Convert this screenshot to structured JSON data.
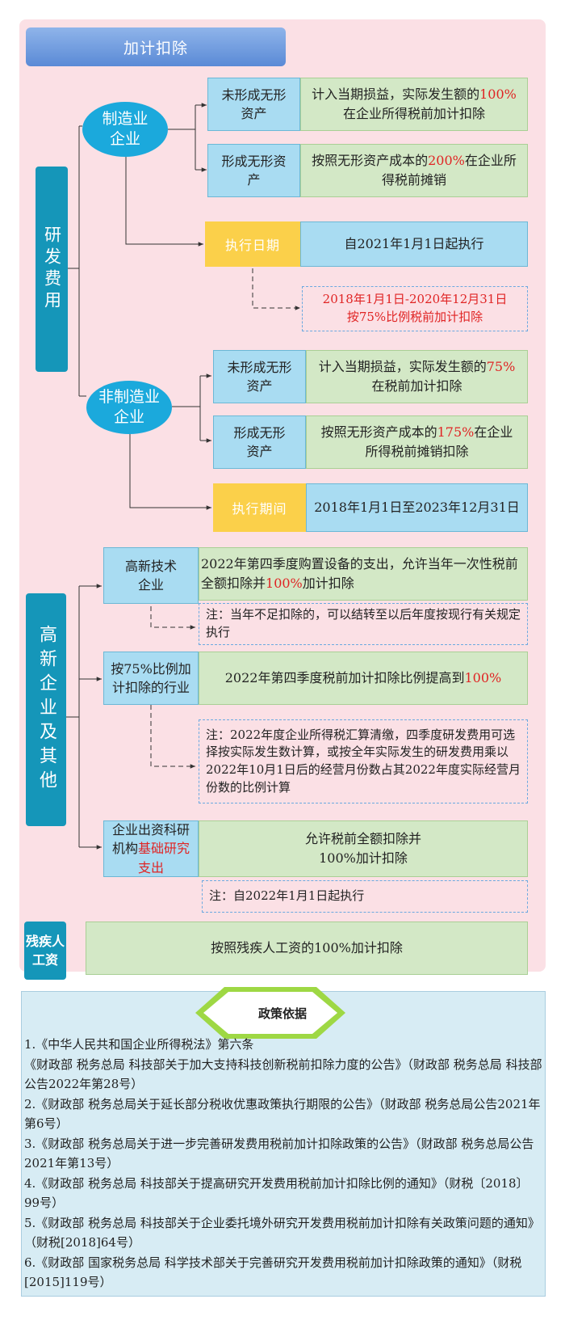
{
  "title": "加计扣除",
  "rd": {
    "label": "研发费用",
    "manufacturing": {
      "label": "制造业\n企业",
      "row1": {
        "left": "未形成无形\n资产",
        "right_pre": "计入当期损益，实际发生额的",
        "right_red": "100%",
        "right_post": "在企业所得税前加计扣除"
      },
      "row2": {
        "left": "形成无形资\n产",
        "right_pre": "按照无形资产成本的",
        "right_red": "200%",
        "right_post": "在企业所得税前摊销"
      },
      "exec_label": "执行日期",
      "exec_value": "自2021年1月1日起执行",
      "note": "2018年1月1日-2020年12月31日\n按75%比例税前加计扣除"
    },
    "non_manufacturing": {
      "label": "非制造业\n企业",
      "row1": {
        "left": "未形成无形\n资产",
        "right_pre": "计入当期损益，实际发生额的",
        "right_red": "75%",
        "right_post": "在税前加计扣除"
      },
      "row2": {
        "left": "形成无形\n资产",
        "right_pre": "按照无形资产成本的",
        "right_red": "175%",
        "right_post": "在企业所得税前摊销扣除"
      },
      "exec_label": "执行期间",
      "exec_value": "2018年1月1日至2023年12月31日"
    }
  },
  "high_tech": {
    "label": "高新企业及其他",
    "item1": {
      "left": "高新技术\n企业",
      "right_pre": "2022年第四季度购置设备的支出，允许当年一次性税前全额扣除并",
      "right_red": "100%",
      "right_post": "加计扣除",
      "note": "注：当年不足扣除的，可以结转至以后年度按现行有关规定执行"
    },
    "item2": {
      "left": "按75%比例加计扣除的行业",
      "right_pre": "2022年第四季度税前加计扣除比例提高到",
      "right_red": "100%",
      "note": "注：2022年度企业所得税汇算清缴，四季度研发费用可选择按实际发生数计算，或按全年实际发生的研发费用乘以2022年10月1日后的经营月份数占其2022年度实际经营月份数的比例计算"
    },
    "item3": {
      "left_pre": "企业出资科研机构",
      "left_red": "基础研究支出",
      "right": "允许税前全额扣除并\n100%加计扣除",
      "note": "注：自2022年1月1日起执行"
    }
  },
  "disabled": {
    "label": "残疾人\n工资",
    "value": "按照残疾人工资的100%加计扣除"
  },
  "policy": {
    "title": "政策依据",
    "items": [
      "1.《中华人民共和国企业所得税法》第六条",
      "《财政部 税务总局 科技部关于加大支持科技创新税前扣除力度的公告》（财政部 税务总局 科技部公告2022年第28号）",
      "2.《财政部 税务总局关于延长部分税收优惠政策执行期限的公告》（财政部 税务总局公告2021年第6号）",
      "3.《财政部 税务总局关于进一步完善研发费用税前加计扣除政策的公告》（财政部 税务总局公告2021年第13号）",
      "4.《财政部 税务总局 科技部关于提高研究开发费用税前加计扣除比例的通知》（财税〔2018〕99号）",
      "5.《财政部 税务总局 科技部关于企业委托境外研究开发费用税前加计扣除有关政策问题的通知》（财税[2018]64号）",
      "6.《财政部 国家税务总局 科学技术部关于完善研究开发费用税前加计扣除政策的通知》（财税[2015]119号）"
    ]
  },
  "colors": {
    "pink_panel": "#fbe0e5",
    "title_blue": "#5a8ad6",
    "teal": "#1596b9",
    "ellipse_blue": "#1ba9dc",
    "light_blue": "#a9dcf2",
    "light_green": "#d3e8c6",
    "yellow": "#fbd04a",
    "red": "#e02424",
    "diamond_green": "#9ed844",
    "policy_blue": "#d7ecf4"
  }
}
